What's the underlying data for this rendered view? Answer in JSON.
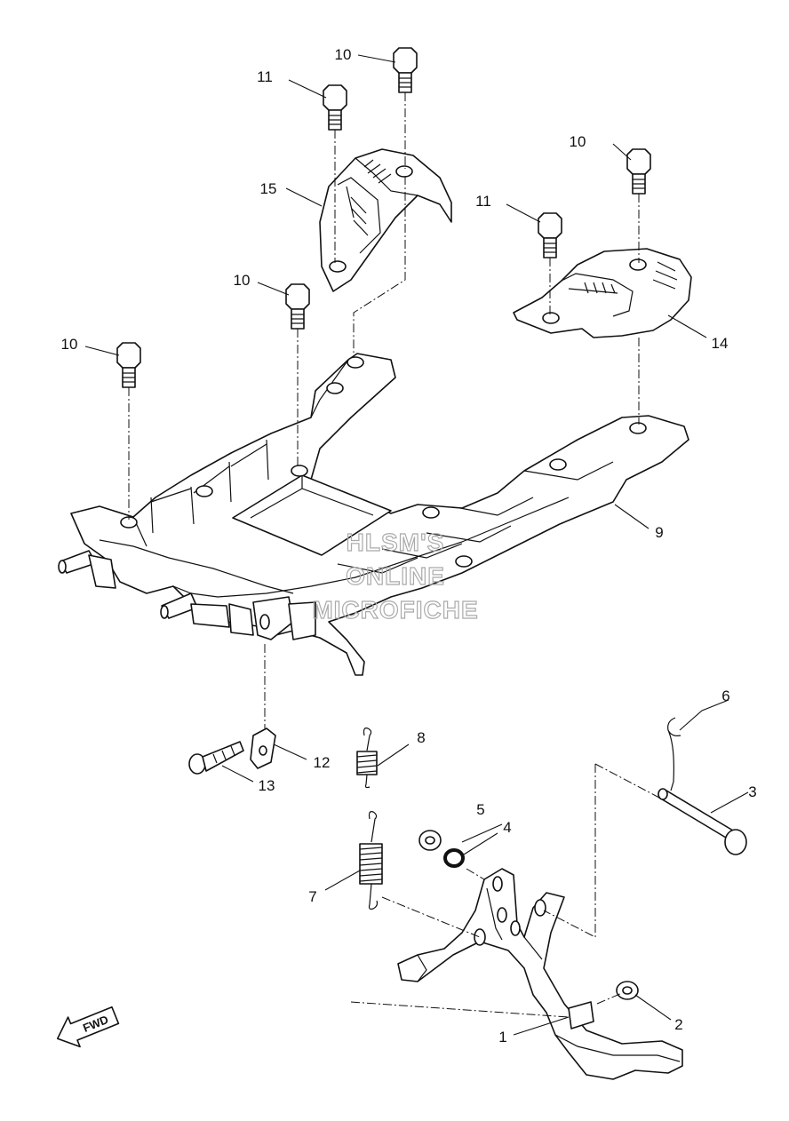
{
  "callouts": [
    {
      "id": "c1",
      "number": "1"
    },
    {
      "id": "c2",
      "number": "2"
    },
    {
      "id": "c3",
      "number": "3"
    },
    {
      "id": "c4",
      "number": "4"
    },
    {
      "id": "c5",
      "number": "5"
    },
    {
      "id": "c6",
      "number": "6"
    },
    {
      "id": "c7",
      "number": "7"
    },
    {
      "id": "c8",
      "number": "8"
    },
    {
      "id": "c9",
      "number": "9"
    },
    {
      "id": "c10a",
      "number": "10"
    },
    {
      "id": "c10b",
      "number": "10"
    },
    {
      "id": "c10c",
      "number": "10"
    },
    {
      "id": "c10d",
      "number": "10"
    },
    {
      "id": "c11a",
      "number": "11"
    },
    {
      "id": "c11b",
      "number": "11"
    },
    {
      "id": "c12",
      "number": "12"
    },
    {
      "id": "c13",
      "number": "13"
    },
    {
      "id": "c14",
      "number": "14"
    },
    {
      "id": "c15",
      "number": "15"
    }
  ],
  "watermark": [
    "HLSM'S",
    "ONLINE",
    "MICROFICHE"
  ],
  "direction_badge": {
    "label": "FWD",
    "icon": "forward-arrow-icon"
  }
}
